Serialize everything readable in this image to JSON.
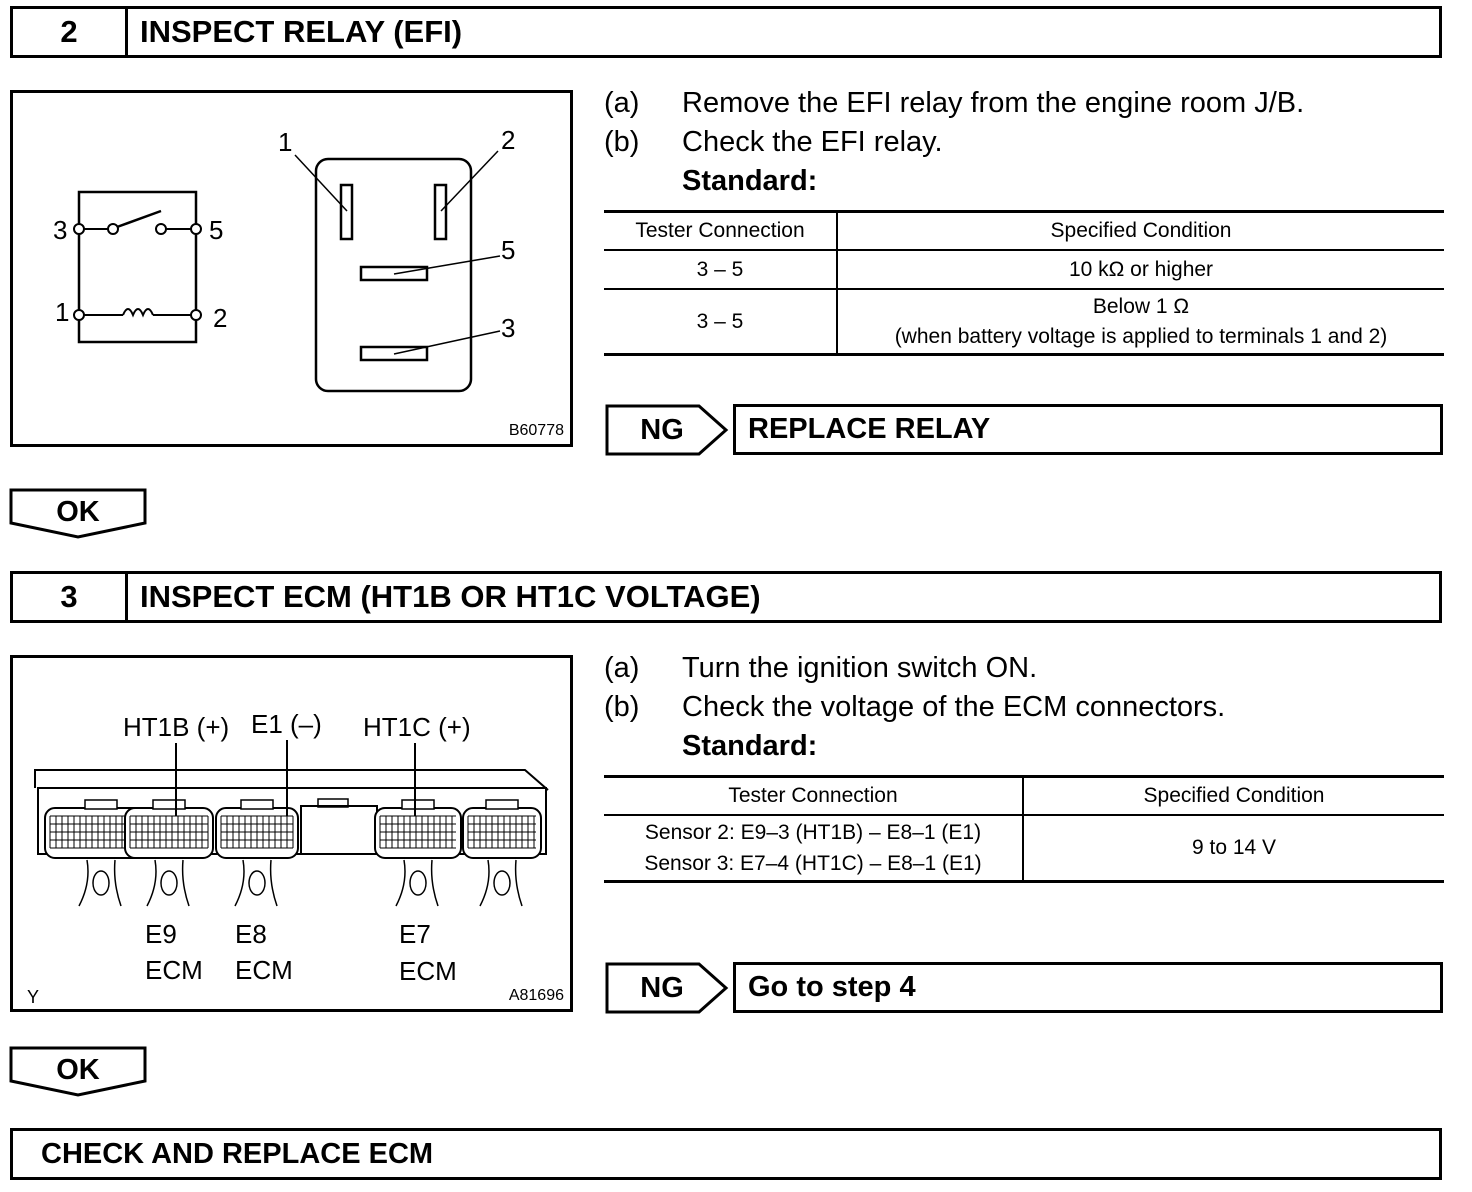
{
  "step2": {
    "number": "2",
    "title": "INSPECT RELAY (EFI)",
    "figure": {
      "code": "B60778",
      "terminals": [
        "1",
        "2",
        "3",
        "5"
      ]
    },
    "instructions": [
      {
        "label": "(a)",
        "text": "Remove the EFI relay from the engine room J/B."
      },
      {
        "label": "(b)",
        "text": "Check the EFI relay."
      }
    ],
    "standard_label": "Standard:",
    "table": {
      "headers": [
        "Tester Connection",
        "Specified Condition"
      ],
      "rows": [
        {
          "connection": "3 – 5",
          "condition": "10 kΩ or higher",
          "note": ""
        },
        {
          "connection": "3 – 5",
          "condition": "Below 1 Ω",
          "note": "(when battery voltage is applied to terminals 1 and 2)"
        }
      ]
    },
    "ng_label": "NG",
    "ng_action": "REPLACE RELAY",
    "ok_label": "OK"
  },
  "step3": {
    "number": "3",
    "title": "INSPECT ECM (HT1B OR HT1C VOLTAGE)",
    "figure": {
      "code": "A81696",
      "corner": "Y",
      "pins": [
        "HT1B (+)",
        "E1 (–)",
        "HT1C (+)"
      ],
      "connectors": [
        {
          "name": "E9",
          "unit": "ECM"
        },
        {
          "name": "E8",
          "unit": "ECM"
        },
        {
          "name": "E7",
          "unit": "ECM"
        }
      ]
    },
    "instructions": [
      {
        "label": "(a)",
        "text": "Turn the ignition switch ON."
      },
      {
        "label": "(b)",
        "text": "Check the voltage of the ECM connectors."
      }
    ],
    "standard_label": "Standard:",
    "table": {
      "headers": [
        "Tester Connection",
        "Specified Condition"
      ],
      "rows": [
        {
          "connection": "Sensor 2: E9–3 (HT1B) – E8–1 (E1)",
          "connection2": "Sensor 3: E7–4 (HT1C) – E8–1 (E1)",
          "condition": "9 to 14 V"
        }
      ]
    },
    "ng_label": "NG",
    "ng_action": "Go to step 4",
    "ok_label": "OK"
  },
  "final": {
    "title": "CHECK AND REPLACE ECM"
  }
}
